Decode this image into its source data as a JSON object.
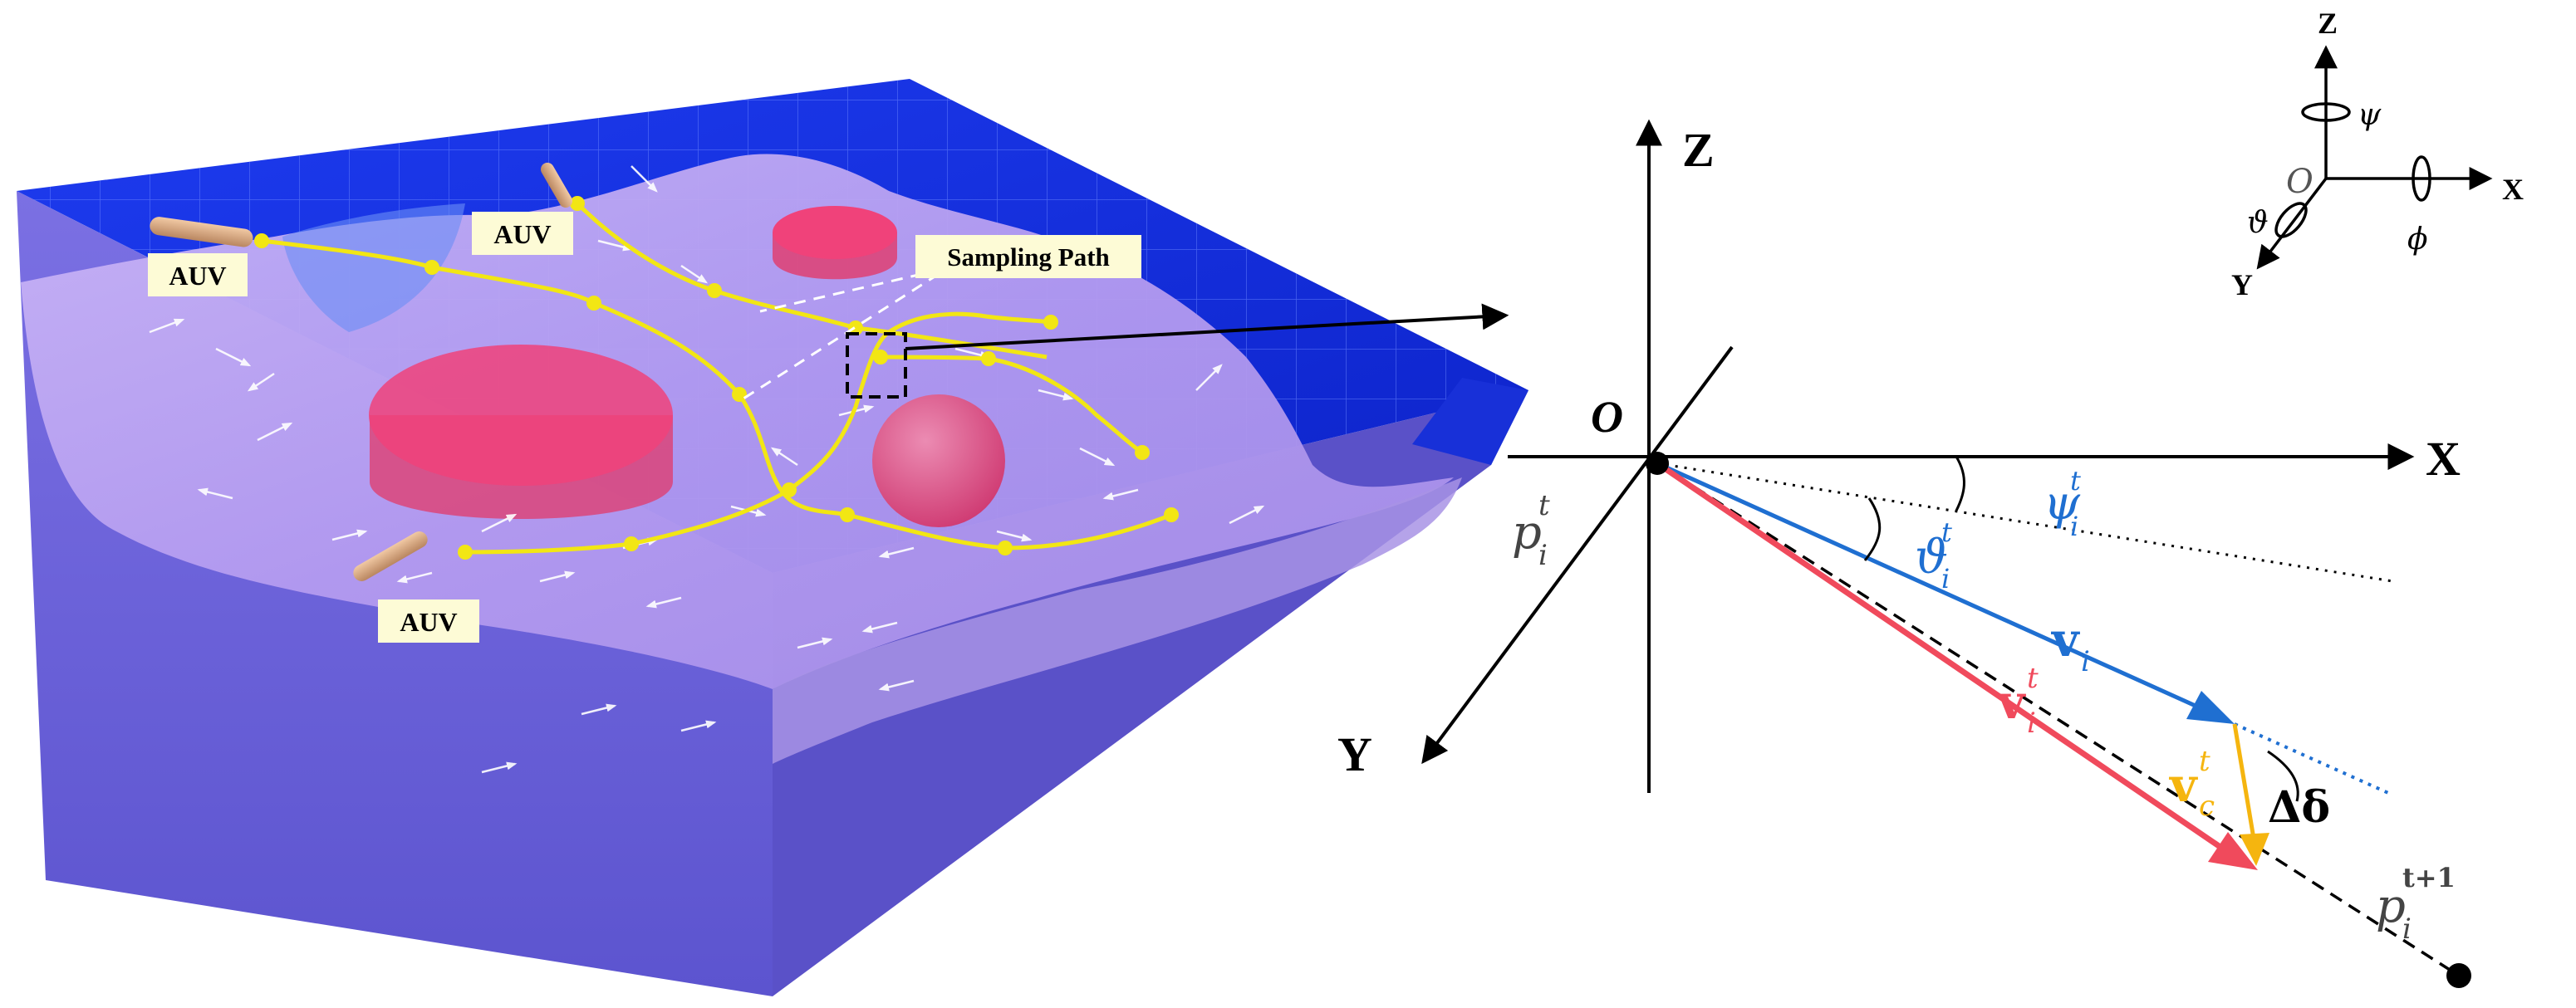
{
  "scene": {
    "auv_labels": [
      "AUV",
      "AUV",
      "AUV"
    ],
    "sampling_path_label": "Sampling Path"
  },
  "axes_main": {
    "x": "X",
    "y": "Y",
    "z": "Z",
    "origin": "O"
  },
  "axes_small": {
    "x": "X",
    "y": "Y",
    "z": "Z",
    "origin": "O",
    "psi": "ψ",
    "theta": "ϑ",
    "phi": "ϕ"
  },
  "symbols": {
    "p": "p",
    "p_sub": "i",
    "p_sup": "t",
    "p2_sup": "t+1",
    "psi": "ψ",
    "theta": "ϑ",
    "v": "v",
    "v_sub": "i",
    "v_sup": "t",
    "vc_sub": "c",
    "vc_sup": "t",
    "delta": "Δδ"
  },
  "colors": {
    "water_top": "#1a2fe8",
    "terrain": "#b79bf0",
    "terrain_side": "#6e63d8",
    "hotspot": "#e8356a",
    "path": "#f2e614",
    "blue_vector": "#1f6fd1",
    "red_vector": "#f04a5c",
    "orange_vector": "#f5b50f"
  }
}
